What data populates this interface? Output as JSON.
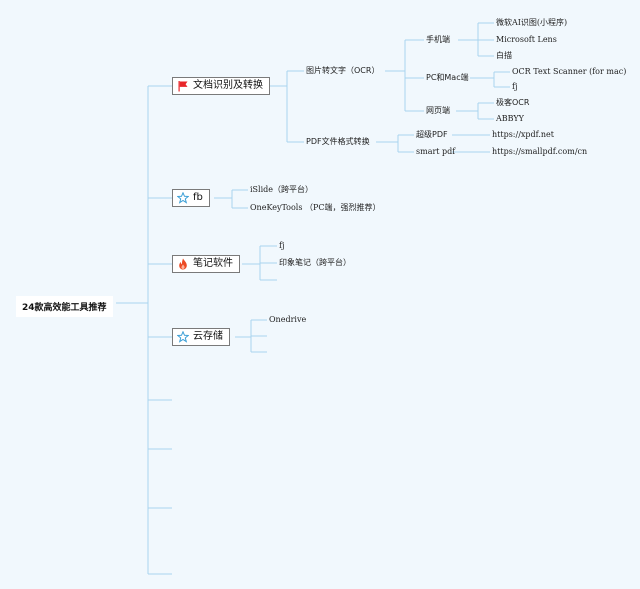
{
  "root": {
    "label": "24款高效能工具推荐"
  },
  "branches": {
    "doc": {
      "label": "文档识别及转换",
      "icon": "red-flag-icon"
    },
    "fb": {
      "label": "fb",
      "icon": "star-icon"
    },
    "notes": {
      "label": "笔记软件",
      "icon": "fire-icon"
    },
    "cloud": {
      "label": "云存储",
      "icon": "star-icon"
    }
  },
  "doc": {
    "ocr": {
      "label": "图片转文字（OCR）",
      "mobile": {
        "label": "手机端",
        "items": [
          "微软AI识图(小程序)",
          "Microsoft Lens",
          "白描"
        ]
      },
      "pcmac": {
        "label": "PC和Mac端",
        "items": [
          "OCR Text Scanner (for mac)",
          "fj"
        ]
      },
      "web": {
        "label": "网页端",
        "items": [
          "极客OCR",
          "ABBYY"
        ]
      }
    },
    "pdf": {
      "label": "PDF文件格式转换",
      "items": [
        {
          "name": "超级PDF",
          "url": "https://xpdf.net"
        },
        {
          "name": "smart pdf",
          "url": "https://smallpdf.com/cn"
        }
      ]
    }
  },
  "fb": {
    "items": [
      "iSlide（跨平台）",
      "OneKeyTools （PC端，强烈推荐）"
    ]
  },
  "notes": {
    "items": [
      "fj",
      "印象笔记（跨平台）"
    ]
  },
  "cloud": {
    "items": [
      "Onedrive"
    ]
  },
  "colors": {
    "line": "#a9d4ee",
    "background": "#f1f8fd",
    "flag": "#e8262a",
    "star": "#3c9fd6",
    "fire": "#ec4a24"
  }
}
